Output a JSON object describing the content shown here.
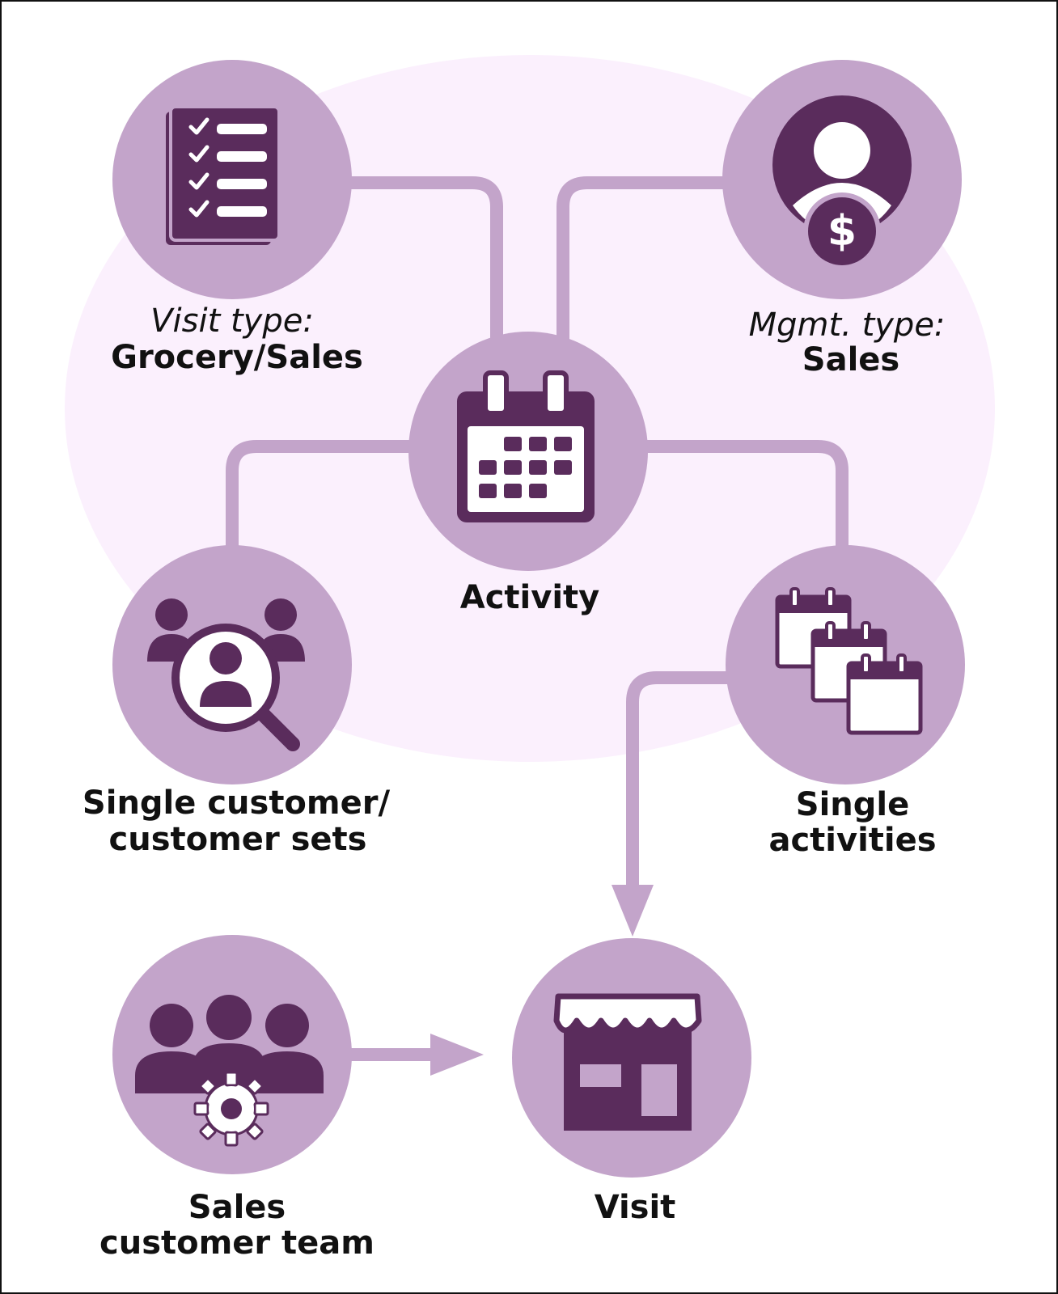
{
  "colors": {
    "background_oval": "#fbf0fd",
    "circle": "#c3a4ca",
    "icon_dark": "#5a2c5c",
    "connector": "#c3a4ca",
    "text": "#111111",
    "frame": "#111111"
  },
  "nodes": {
    "visit_type": {
      "icon": "checklist-icon",
      "label_italic": "Visit type:",
      "label_bold": "Grocery/Sales"
    },
    "mgmt_type": {
      "icon": "sales-person-icon",
      "label_italic": "Mgmt. type:",
      "label_bold": "Sales"
    },
    "activity": {
      "icon": "calendar-icon",
      "label": "Activity"
    },
    "single_customer": {
      "icon": "customer-search-icon",
      "label_line1": "Single customer/",
      "label_line2": "customer sets"
    },
    "single_activities": {
      "icon": "stacked-calendars-icon",
      "label_line1": "Single",
      "label_line2": "activities"
    },
    "sales_team": {
      "icon": "team-settings-icon",
      "label_line1": "Sales",
      "label_line2": "customer team"
    },
    "visit": {
      "icon": "storefront-icon",
      "label": "Visit"
    }
  }
}
